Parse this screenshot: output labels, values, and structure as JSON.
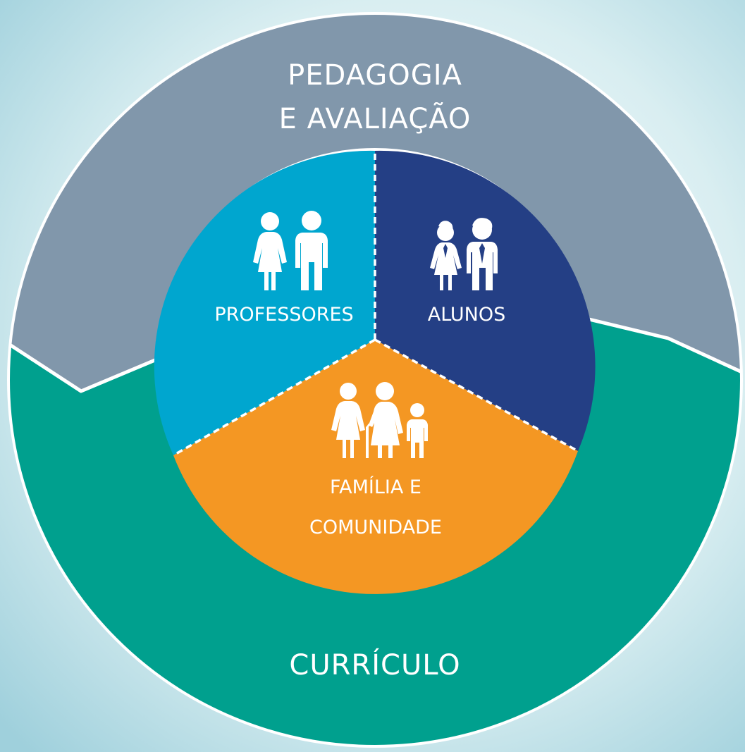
{
  "colors": {
    "background": "#c4e2e8",
    "outer_top": "#8197ab",
    "outer_bottom": "#00a08e",
    "professores": "#00a6cf",
    "alunos": "#243f85",
    "familia": "#f49723",
    "border": "#ffffff"
  },
  "outer_ring": {
    "top_label_line1": "PEDAGOGIA",
    "top_label_line2": "E AVALIAÇÃO",
    "bottom_label": "CURRÍCULO"
  },
  "inner_circle": {
    "professores": {
      "label": "PROFESSORES",
      "icon": "teachers-icon"
    },
    "alunos": {
      "label": "ALUNOS",
      "icon": "students-icon"
    },
    "familia": {
      "label_line1": "FAMÍLIA E",
      "label_line2": "COMUNIDADE",
      "icon": "family-icon"
    }
  }
}
